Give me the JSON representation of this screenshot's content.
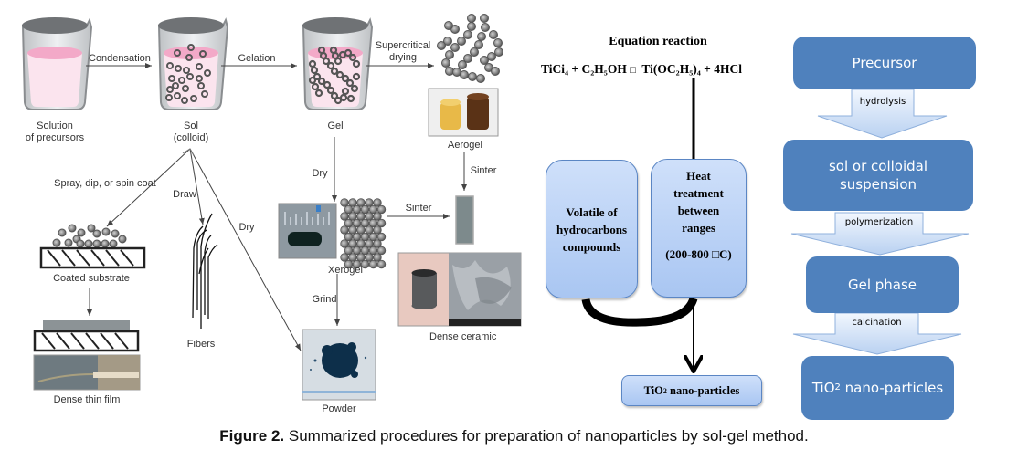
{
  "left_panel": {
    "stages": {
      "solution": {
        "line1": "Solution",
        "line2": "of precursors"
      },
      "sol": {
        "line1": "Sol",
        "line2": "(colloid)"
      },
      "gel": "Gel",
      "aerogel": "Aerogel",
      "xerogel": "Xerogel",
      "coated_substrate": "Coated substrate",
      "dense_thin_film": "Dense thin film",
      "fibers": "Fibers",
      "powder": "Powder",
      "dense_ceramic": "Dense ceramic"
    },
    "steps": {
      "condensation": "Condensation",
      "gelation": "Gelation",
      "supercritical_drying_1": "Supercritical",
      "supercritical_drying_2": "drying",
      "coat": "Spray, dip, or spin coat",
      "draw": "Draw",
      "dry_powder": "Dry",
      "dry_xerogel": "Dry",
      "sinter_aerogel": "Sinter",
      "sinter_xerogel": "Sinter",
      "grind": "Grind"
    },
    "colors": {
      "liquid_pink": "#f3a9c8",
      "beaker_gray": "#7a7d80",
      "particle": "#555555"
    }
  },
  "middle_panel": {
    "title": "Equation reaction",
    "equation": {
      "lhs": "TiCi₄ + C₂H₅OH",
      "arrow": "□",
      "rhs": "Ti(OC₂H₅)₄ + 4HCl"
    },
    "box_volatile": [
      "Volatile of",
      "hydrocarbons",
      "compounds"
    ],
    "box_heat": [
      "Heat",
      "treatment",
      "between",
      "ranges",
      "",
      "(200-800 □C)"
    ],
    "product": {
      "prefix": "TiO",
      "sub": "2",
      "suffix": " nano-particles"
    },
    "colors": {
      "box_top": "#cfe0fa",
      "box_bottom": "#a9c6f2",
      "box_border": "#5b86c4"
    }
  },
  "right_panel": {
    "steps": [
      {
        "box": "Precursor",
        "arrow_label": "hydrolysis"
      },
      {
        "box": "sol or colloidal suspension",
        "arrow_label": "polymerization"
      },
      {
        "box": "Gel phase",
        "arrow_label": "calcination"
      },
      {
        "box_prefix": "TiO",
        "box_sub": "2",
        "box_suffix": " nano-particles"
      }
    ],
    "colors": {
      "box": "#4f81bd",
      "arrow_top": "#f2f7fe",
      "arrow_bottom": "#b9d1f1"
    }
  },
  "caption": {
    "label": "Figure 2.",
    "text": " Summarized procedures for preparation of nanoparticles by sol-gel method."
  }
}
